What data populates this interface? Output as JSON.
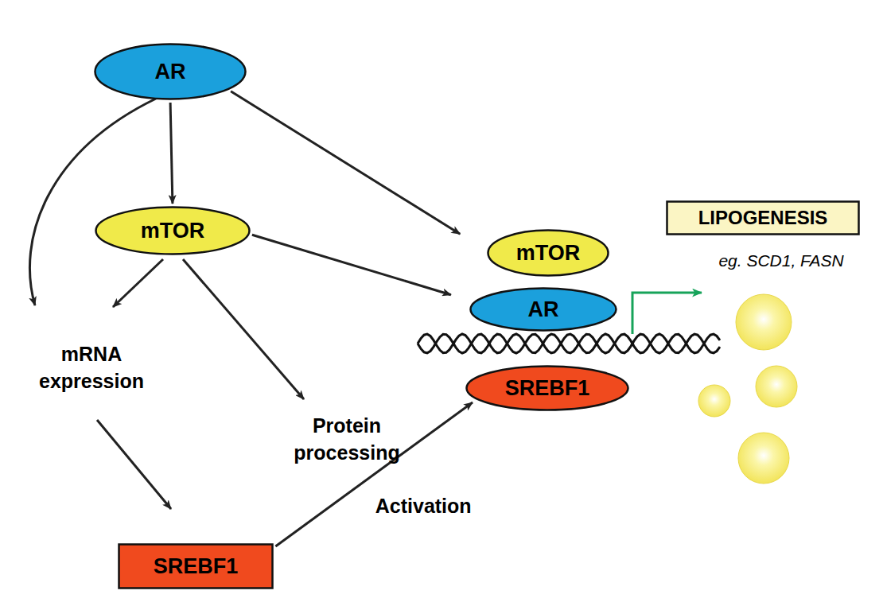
{
  "diagram": {
    "nodes": [
      {
        "text": [
          "AR"
        ]
      },
      {
        "text": [
          "mTOR"
        ]
      },
      {
        "text": [
          "mTOR"
        ]
      },
      {
        "text": [
          "AR"
        ]
      },
      {
        "text": [
          "SREBF1"
        ]
      },
      {
        "text": [
          "SREBF1"
        ]
      },
      {
        "text": [
          "LIPOGENESIS"
        ]
      }
    ],
    "edges": [
      {
        "from": 0,
        "to": 1,
        "arrow": "to"
      },
      {
        "from": 0,
        "to": 2,
        "arrow": "to"
      },
      {
        "from": 1,
        "to": 3,
        "arrow": "to"
      },
      {
        "from": 5,
        "to": 4,
        "label": "Activation",
        "arrow": "to"
      }
    ],
    "labels": [
      "mRNA expression",
      "Protein processing",
      "eg. SCD1, FASN"
    ]
  }
}
